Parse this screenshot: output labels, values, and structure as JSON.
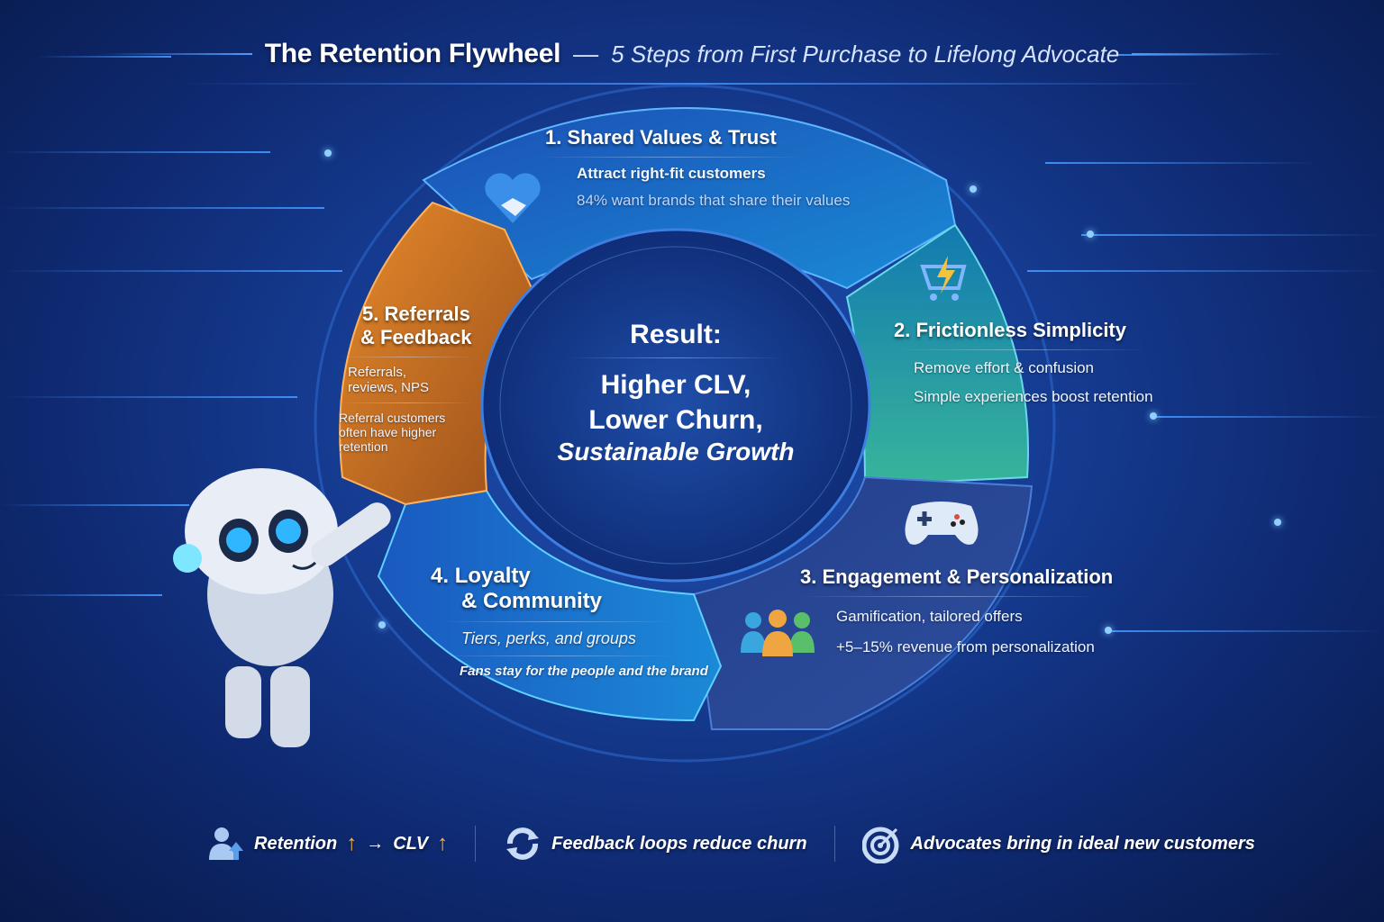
{
  "header": {
    "title": "The Retention Flywheel",
    "separator": "—",
    "subtitle": "5 Steps from First Purchase to Lifelong Advocate"
  },
  "center": {
    "label": "Result:",
    "line1": "Higher CLV,",
    "line2": "Lower Churn,",
    "line3": "Sustainable Growth"
  },
  "steps": [
    {
      "number": "1.",
      "title": "Shared Values & Trust",
      "line1": "Attract right-fit customers",
      "line2": "84% want brands that share their values",
      "icon": "heart-handshake-icon",
      "color": "#1f6fd0"
    },
    {
      "number": "2.",
      "title": "Frictionless Simplicity",
      "line1": "Remove effort & confusion",
      "line2": "Simple experiences boost retention",
      "icon": "cart-lightning-icon",
      "color": "#1aa3b8"
    },
    {
      "number": "3.",
      "title": "Engagement & Personalization",
      "line1": "Gamification, tailored offers",
      "line2": "+5–15% revenue from personalization",
      "icon": "gamepad-icon",
      "icon2": "people-group-icon",
      "color": "#2a4c9a"
    },
    {
      "number": "4.",
      "title_line1": "Loyalty",
      "title_line2": "& Community",
      "line1": "Tiers, perks, and groups",
      "line2": "Fans stay for the people and the brand",
      "color": "#1e74d4"
    },
    {
      "number": "5.",
      "title_line1": "Referrals",
      "title_line2": "& Feedback",
      "line1a": "Referrals,",
      "line1b": "reviews, NPS",
      "line2a": "Referral customers",
      "line2b": "often have higher",
      "line2c": "retention",
      "color": "#d8771f"
    }
  ],
  "footer": {
    "item1": {
      "icon": "user-up-icon",
      "left": "Retention",
      "arrow": "→",
      "right": "CLV"
    },
    "item2": {
      "icon": "refresh-cycle-icon",
      "text": "Feedback loops reduce churn"
    },
    "item3": {
      "icon": "target-icon",
      "text": "Advocates bring in ideal new customers"
    }
  },
  "colors": {
    "background": "#163d94",
    "accent_orange": "#e07b22",
    "accent_teal": "#22b3c6",
    "accent_blue": "#3e8ef5"
  }
}
